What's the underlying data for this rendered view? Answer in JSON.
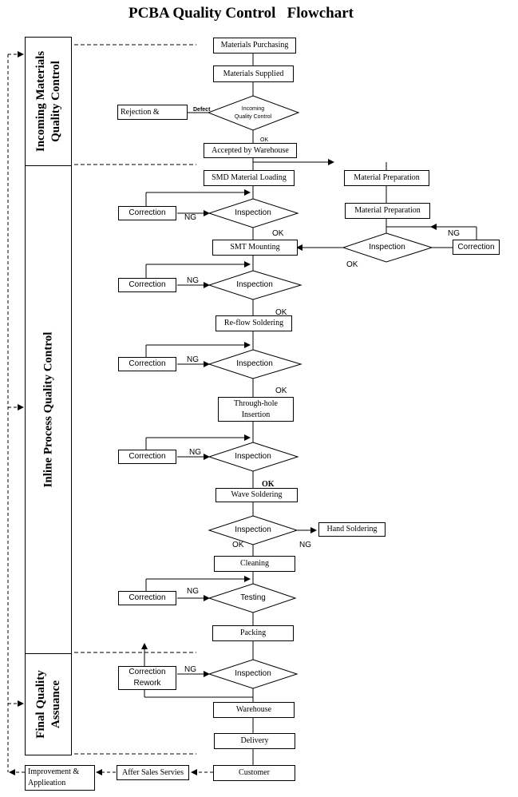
{
  "title": "PCBA Quality Control   Flowchart",
  "stages": {
    "incoming": "Incoming Materials\nQuality Control",
    "inline": "Inline Process Quality Control",
    "final": "Final Quality\nAssuance"
  },
  "steps": {
    "materials_purchasing": "Materials Purchasing",
    "materials_supplied": "Materials Supplied",
    "rejection": "Rejection &",
    "incoming_qc": "Incoming\nQuality Control",
    "accepted_by_warehouse": "Accepted by Warehouse",
    "smd_material_loading": "SMD Material Loading",
    "material_preparation_1": "Material Preparation",
    "material_preparation_2": "Material Preparation",
    "correction_1": "Correction",
    "inspection_1": "Inspection",
    "inspection_right": "Inspection",
    "correction_right": "Correction",
    "smt_mounting": "SMT Mounting",
    "correction_2": "Correction",
    "inspection_2": "Inspection",
    "reflow_soldering": "Re-flow Soldering",
    "correction_3": "Correction",
    "inspection_3": "Inspection",
    "through_hole_insertion": "Through-hole\nInsertion",
    "correction_4": "Correction",
    "inspection_4": "Inspection",
    "wave_soldering": "Wave Soldering",
    "inspection_5": "Inspection",
    "hand_soldering": "Hand Soldering",
    "cleaning": "Cleaning",
    "correction_5": "Correction",
    "testing": "Testing",
    "packing": "Packing",
    "correction_rework": "Correction\nRework",
    "inspection_6": "Inspection",
    "warehouse": "Warehouse",
    "delivery": "Delivery",
    "customer": "Customer",
    "after_sales": "Affer Sales Servies",
    "improvement": "Improvement &\nApplieation"
  },
  "labels": {
    "defect": "Defect",
    "ok_incoming": "OK",
    "ng_1": "NG",
    "ok_1": "OK",
    "ng_right": "NG",
    "ok_right": "OK",
    "ng_2": "NG",
    "ok_2": "OK",
    "ng_3": "NG",
    "ok_3": "OK",
    "ng_4": "NG",
    "ok_4": "OK",
    "ok_5": "OK",
    "ng_5": "NG",
    "ng_6": "NG",
    "ng_7": "NG"
  }
}
